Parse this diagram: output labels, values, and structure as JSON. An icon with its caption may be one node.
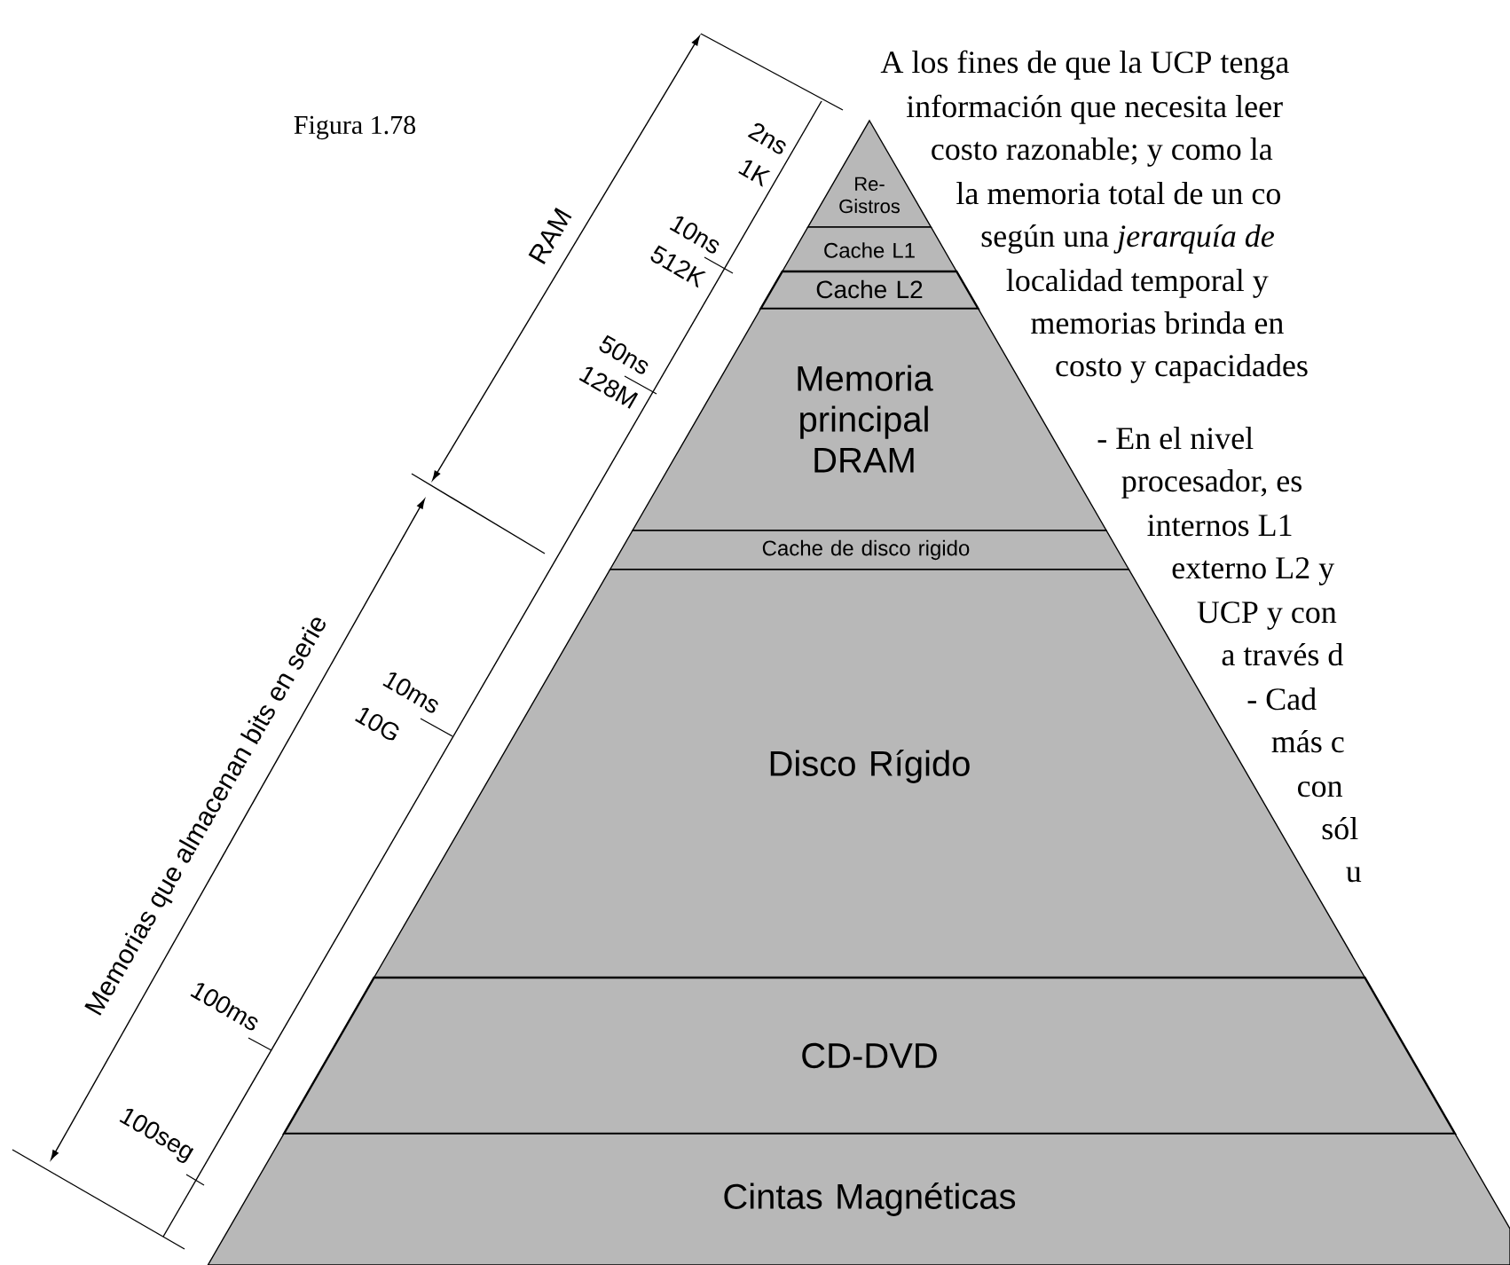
{
  "diagram": {
    "nodes": [
      {
        "text": [
          "Re- Gistros"
        ]
      },
      {
        "text": [
          "Cache L1"
        ]
      },
      {
        "text": [
          "Cache L2"
        ]
      },
      {
        "text": [
          "Memoria principal DRAM"
        ]
      },
      {
        "text": [
          "Cache de disco rigido"
        ]
      },
      {
        "text": [
          "Disco Rígido"
        ]
      },
      {
        "text": [
          "CD-DVD"
        ]
      },
      {
        "text": [
          "Cintas Magnéticas"
        ]
      }
    ],
    "labels": [
      "Figura 1.78",
      "RAM",
      "2ns",
      "1K",
      "10ns",
      "512K",
      "50ns",
      "128M",
      "Memorias que almacenan bits en serie",
      "10ms",
      "10G",
      "100ms",
      "100seg",
      "A los fines de que la UCP tenga",
      "información que necesita leer",
      "costo razonable; y como la",
      "la memoria total de un co",
      "según una *jerarquía de*",
      "localidad temporal y",
      "memorias brinda en",
      "costo y capacidades",
      "- En el nivel",
      "procesador, es",
      "internos L1",
      "externo L2 y",
      "UCP y con",
      "a través d",
      "- Cad",
      "más c",
      "con",
      "sól",
      "u"
    ]
  }
}
